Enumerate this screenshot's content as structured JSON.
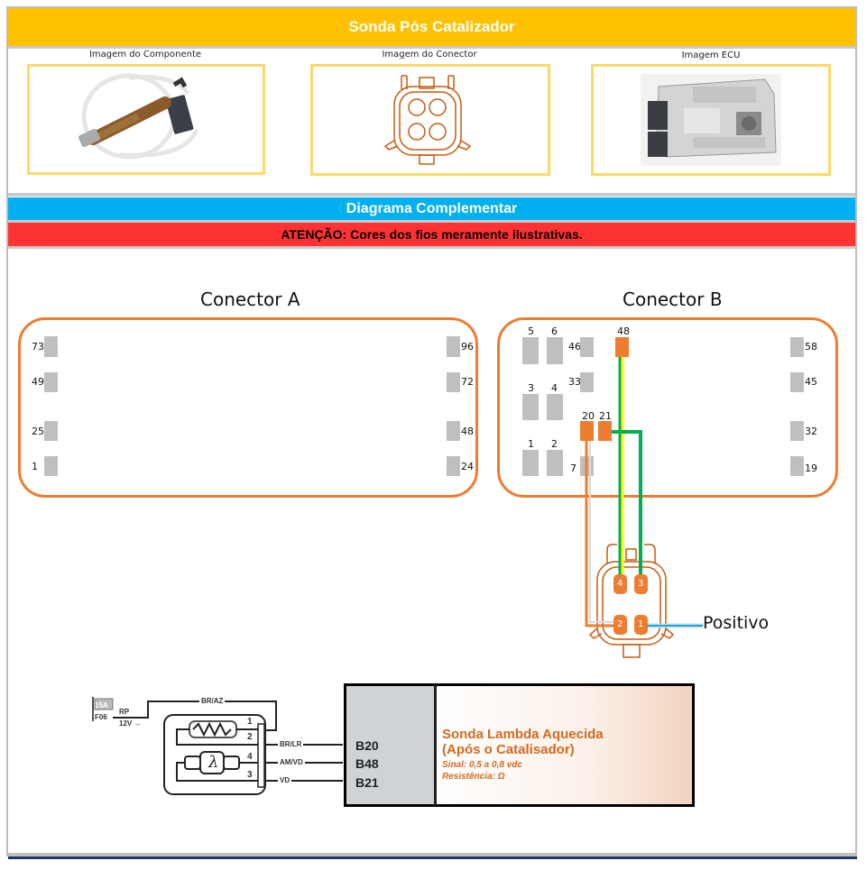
{
  "header": {
    "title": "Sonda Pós Catalizador"
  },
  "images": [
    {
      "label": "Imagem do Componente",
      "content": "oxygen-sensor-photo"
    },
    {
      "label": "Imagem do Conector",
      "content": "4-pin-connector-drawing"
    },
    {
      "label": "Imagem ECU",
      "content": "ecu-photo"
    }
  ],
  "section": {
    "title": "Diagrama Complementar"
  },
  "warning": {
    "text": "ATENÇÃO: Cores dos fios meramente ilustrativas."
  },
  "connector_a": {
    "title": "Conector A",
    "left_pins": [
      "73",
      "49",
      "25",
      "1"
    ],
    "right_pins": [
      "96",
      "72",
      "48",
      "24"
    ]
  },
  "connector_b": {
    "title": "Conector B",
    "pins": {
      "p5": "5",
      "p6": "6",
      "p3": "3",
      "p4": "4",
      "p1": "1",
      "p2": "2",
      "p46": "46",
      "p33": "33",
      "p7": "7",
      "p48": "48",
      "p20": "20",
      "p21": "21",
      "p58": "58",
      "p45": "45",
      "p32": "32",
      "p19": "19"
    },
    "active_pins": [
      "48",
      "20",
      "21"
    ]
  },
  "sensor_connector": {
    "pins": [
      "4",
      "3",
      "2",
      "1"
    ],
    "wires": [
      {
        "from": "B48",
        "to": "4",
        "colors": [
          "#00b050",
          "#ffff00"
        ]
      },
      {
        "from": "B21",
        "to": "3",
        "colors": [
          "#00b050"
        ]
      },
      {
        "from": "B20",
        "to": "2",
        "colors": [
          "#ed7d31",
          "#d9d9d9"
        ]
      },
      {
        "from": "Positivo",
        "to": "1",
        "colors": [
          "#00b0f0",
          "#d9d9d9"
        ]
      }
    ],
    "positive_label": "Positivo"
  },
  "schematic": {
    "fuse_rating": "15A",
    "fuse_id": "F06",
    "relay_label": "RP",
    "supply": "12V →",
    "wire_top": "BR/AZ",
    "pins": [
      "1",
      "2",
      "4",
      "3"
    ],
    "wire_labels": [
      "BR/LR",
      "AM/VD",
      "VD"
    ],
    "ecu_pins": [
      "B20",
      "B48",
      "B21"
    ],
    "component_title_1": "Sonda Lambda Aquecida",
    "component_title_2": "(Após o Catalisador)",
    "signal": "Sinal: 0,5 a 0,8 vdc",
    "resistance": "Resistência: Ω"
  },
  "colors": {
    "title_bar": "#ffc000",
    "section_bar": "#00b0f0",
    "warning_bar": "#ff3333",
    "connector_outline": "#ed7d31",
    "image_border": "#ffd966"
  }
}
